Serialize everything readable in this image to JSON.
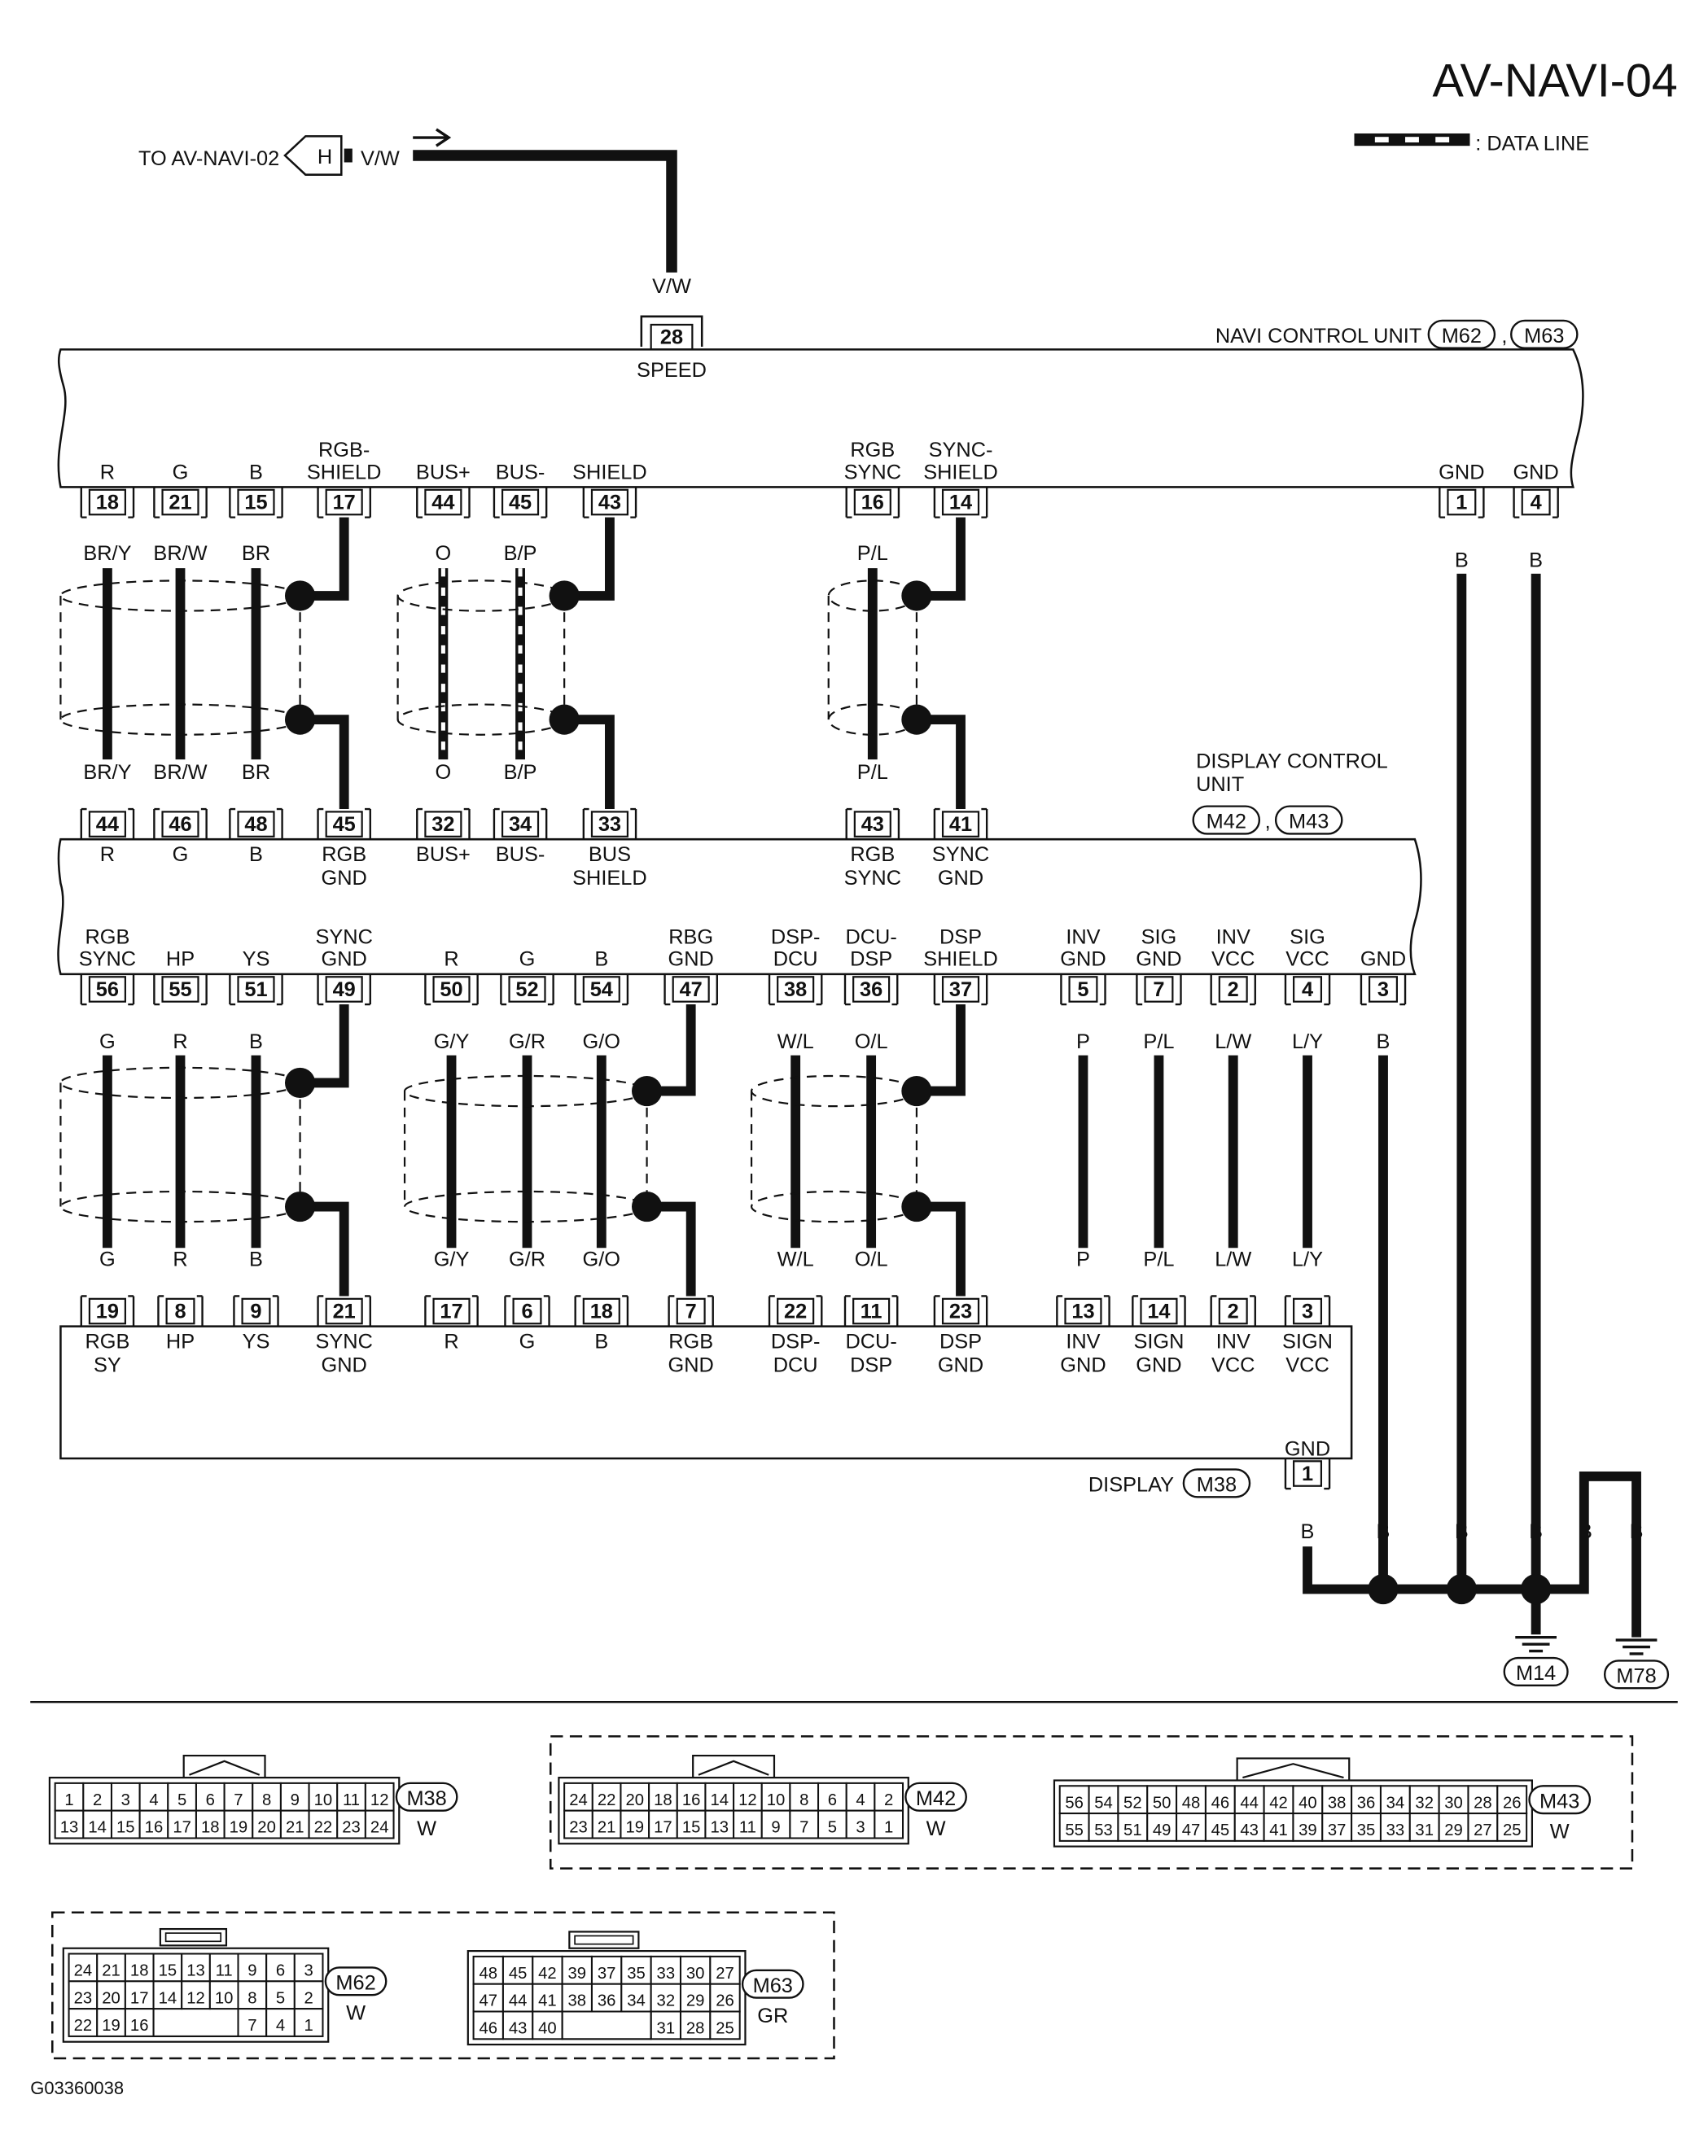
{
  "page_id": "AV-NAVI-04",
  "legend": {
    "data_line": ": DATA LINE"
  },
  "figure_id": "G03360038",
  "speed": {
    "to_label": "TO AV-NAVI-02",
    "connector_letter": "H",
    "wire_color": "V/W",
    "pin": "28",
    "pin_name": "SPEED"
  },
  "units": {
    "navi": {
      "name": "NAVI CONTROL UNIT",
      "connectors": [
        "M62",
        "M63"
      ]
    },
    "dcu": {
      "name_lines": [
        "DISPLAY CONTROL",
        "UNIT"
      ],
      "connectors": [
        "M42",
        "M43"
      ]
    },
    "display": {
      "name": "DISPLAY",
      "connectors": [
        "M38"
      ]
    }
  },
  "navi_pins": [
    {
      "pin": "18",
      "name": [
        "R"
      ],
      "wire": "BR/Y"
    },
    {
      "pin": "21",
      "name": [
        "G"
      ],
      "wire": "BR/W"
    },
    {
      "pin": "15",
      "name": [
        "B"
      ],
      "wire": "BR"
    },
    {
      "pin": "17",
      "name": [
        "RGB-",
        "SHIELD"
      ],
      "wire": ""
    },
    {
      "pin": "44",
      "name": [
        "BUS+"
      ],
      "wire": "O"
    },
    {
      "pin": "45",
      "name": [
        "BUS-"
      ],
      "wire": "B/P"
    },
    {
      "pin": "43",
      "name": [
        "SHIELD"
      ],
      "wire": ""
    },
    {
      "pin": "16",
      "name": [
        "RGB",
        "SYNC"
      ],
      "wire": "P/L"
    },
    {
      "pin": "14",
      "name": [
        "SYNC-",
        "SHIELD"
      ],
      "wire": ""
    },
    {
      "pin": "1",
      "name": [
        "GND"
      ],
      "wire": "B"
    },
    {
      "pin": "4",
      "name": [
        "GND"
      ],
      "wire": "B"
    }
  ],
  "dcu_top_pins": [
    {
      "pin": "44",
      "name": [
        "R"
      ],
      "wire": "BR/Y"
    },
    {
      "pin": "46",
      "name": [
        "G"
      ],
      "wire": "BR/W"
    },
    {
      "pin": "48",
      "name": [
        "B"
      ],
      "wire": "BR"
    },
    {
      "pin": "45",
      "name": [
        "RGB",
        "GND"
      ],
      "wire": ""
    },
    {
      "pin": "32",
      "name": [
        "BUS+"
      ],
      "wire": "O"
    },
    {
      "pin": "34",
      "name": [
        "BUS-"
      ],
      "wire": "B/P"
    },
    {
      "pin": "33",
      "name": [
        "BUS",
        "SHIELD"
      ],
      "wire": ""
    },
    {
      "pin": "43",
      "name": [
        "RGB",
        "SYNC"
      ],
      "wire": "P/L"
    },
    {
      "pin": "41",
      "name": [
        "SYNC",
        "GND"
      ],
      "wire": ""
    }
  ],
  "dcu_bottom_pins": [
    {
      "pin": "56",
      "name": [
        "RGB",
        "SYNC"
      ],
      "wire": "G"
    },
    {
      "pin": "55",
      "name": [
        "HP"
      ],
      "wire": "R"
    },
    {
      "pin": "51",
      "name": [
        "YS"
      ],
      "wire": "B"
    },
    {
      "pin": "49",
      "name": [
        "SYNC",
        "GND"
      ],
      "wire": ""
    },
    {
      "pin": "50",
      "name": [
        "R"
      ],
      "wire": "G/Y"
    },
    {
      "pin": "52",
      "name": [
        "G"
      ],
      "wire": "G/R"
    },
    {
      "pin": "54",
      "name": [
        "B"
      ],
      "wire": "G/O"
    },
    {
      "pin": "47",
      "name": [
        "RBG",
        "GND"
      ],
      "wire": ""
    },
    {
      "pin": "38",
      "name": [
        "DSP-",
        "DCU"
      ],
      "wire": "W/L"
    },
    {
      "pin": "36",
      "name": [
        "DCU-",
        "DSP"
      ],
      "wire": "O/L"
    },
    {
      "pin": "37",
      "name": [
        "DSP",
        "SHIELD"
      ],
      "wire": ""
    },
    {
      "pin": "5",
      "name": [
        "INV",
        "GND"
      ],
      "wire": "P"
    },
    {
      "pin": "7",
      "name": [
        "SIG",
        "GND"
      ],
      "wire": "P/L"
    },
    {
      "pin": "2",
      "name": [
        "INV",
        "VCC"
      ],
      "wire": "L/W"
    },
    {
      "pin": "4",
      "name": [
        "SIG",
        "VCC"
      ],
      "wire": "L/Y"
    },
    {
      "pin": "3",
      "name": [
        "GND"
      ],
      "wire": "B"
    }
  ],
  "display_pins": [
    {
      "pin": "19",
      "name": [
        "RGB",
        "SY"
      ],
      "wire": "G"
    },
    {
      "pin": "8",
      "name": [
        "HP"
      ],
      "wire": "R"
    },
    {
      "pin": "9",
      "name": [
        "YS"
      ],
      "wire": "B"
    },
    {
      "pin": "21",
      "name": [
        "SYNC",
        "GND"
      ],
      "wire": ""
    },
    {
      "pin": "17",
      "name": [
        "R"
      ],
      "wire": "G/Y"
    },
    {
      "pin": "6",
      "name": [
        "G"
      ],
      "wire": "G/R"
    },
    {
      "pin": "18",
      "name": [
        "B"
      ],
      "wire": "G/O"
    },
    {
      "pin": "7",
      "name": [
        "RGB",
        "GND"
      ],
      "wire": ""
    },
    {
      "pin": "22",
      "name": [
        "DSP-",
        "DCU"
      ],
      "wire": "W/L"
    },
    {
      "pin": "11",
      "name": [
        "DCU-",
        "DSP"
      ],
      "wire": "O/L"
    },
    {
      "pin": "23",
      "name": [
        "DSP",
        "GND"
      ],
      "wire": ""
    },
    {
      "pin": "13",
      "name": [
        "INV",
        "GND"
      ],
      "wire": "P"
    },
    {
      "pin": "14",
      "name": [
        "SIGN",
        "GND"
      ],
      "wire": "P/L"
    },
    {
      "pin": "2",
      "name": [
        "INV",
        "VCC"
      ],
      "wire": "L/W"
    },
    {
      "pin": "3",
      "name": [
        "SIGN",
        "VCC"
      ],
      "wire": "L/Y"
    }
  ],
  "display_gnd": {
    "pin": "1",
    "name": "GND"
  },
  "ground_wires": [
    "B",
    "B",
    "B",
    "B",
    "B",
    "B"
  ],
  "grounds": [
    "M14",
    "M78"
  ],
  "connector_faces": [
    {
      "id": "M38",
      "color": "W",
      "rows": [
        [
          "1",
          "2",
          "3",
          "4",
          "5",
          "6",
          "7",
          "8",
          "9",
          "10",
          "11",
          "12"
        ],
        [
          "13",
          "14",
          "15",
          "16",
          "17",
          "18",
          "19",
          "20",
          "21",
          "22",
          "23",
          "24"
        ]
      ]
    },
    {
      "id": "M42",
      "color": "W",
      "rows": [
        [
          "24",
          "22",
          "20",
          "18",
          "16",
          "14",
          "12",
          "10",
          "8",
          "6",
          "4",
          "2"
        ],
        [
          "23",
          "21",
          "19",
          "17",
          "15",
          "13",
          "11",
          "9",
          "7",
          "5",
          "3",
          "1"
        ]
      ]
    },
    {
      "id": "M43",
      "color": "W",
      "rows": [
        [
          "56",
          "54",
          "52",
          "50",
          "48",
          "46",
          "44",
          "42",
          "40",
          "38",
          "36",
          "34",
          "32",
          "30",
          "28",
          "26"
        ],
        [
          "55",
          "53",
          "51",
          "49",
          "47",
          "45",
          "43",
          "41",
          "39",
          "37",
          "35",
          "33",
          "31",
          "29",
          "27",
          "25"
        ]
      ]
    },
    {
      "id": "M62",
      "color": "W",
      "rows": [
        [
          "24",
          "21",
          "18",
          "15",
          "13",
          "11",
          "9",
          "6",
          "3"
        ],
        [
          "23",
          "20",
          "17",
          "14",
          "12",
          "10",
          "8",
          "5",
          "2"
        ],
        [
          "22",
          "19",
          "16",
          "",
          "",
          "",
          "7",
          "4",
          "1"
        ]
      ]
    },
    {
      "id": "M63",
      "color": "GR",
      "rows": [
        [
          "48",
          "45",
          "42",
          "39",
          "37",
          "35",
          "33",
          "30",
          "27"
        ],
        [
          "47",
          "44",
          "41",
          "38",
          "36",
          "34",
          "32",
          "29",
          "26"
        ],
        [
          "46",
          "43",
          "40",
          "",
          "",
          "",
          "31",
          "28",
          "25"
        ]
      ]
    }
  ]
}
